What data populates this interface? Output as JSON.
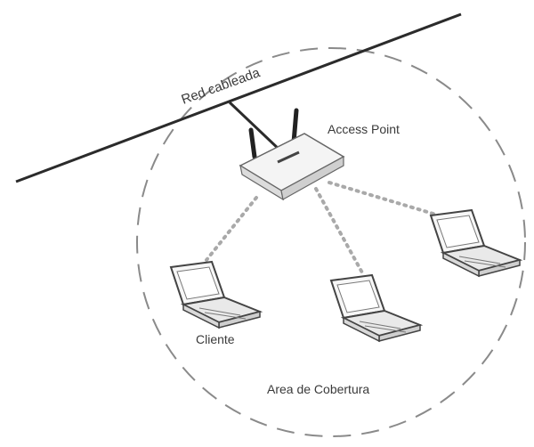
{
  "labels": {
    "wired_network": "Red cableada",
    "access_point": "Access Point",
    "client": "Cliente",
    "coverage_area": "Area de Cobertura"
  },
  "colors": {
    "line": "#2b2b2b",
    "dashed_circle": "#8a8a8a",
    "wireless_link": "#a9a9a9",
    "device_fill": "#f7f7f7",
    "device_stroke": "#444444",
    "text": "#3a3a3a"
  }
}
